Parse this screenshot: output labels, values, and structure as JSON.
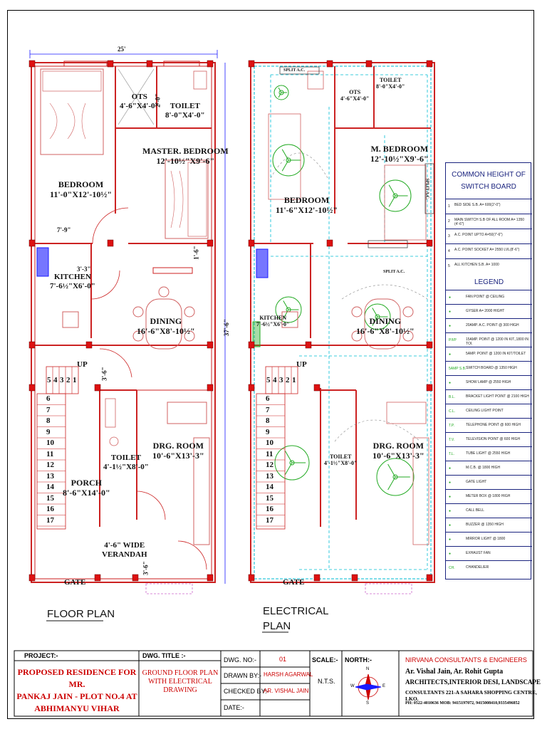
{
  "floor_plan": {
    "overall_width": "25'",
    "overall_depth": "37'-6\"",
    "title": "FLOOR PLAN",
    "rooms": {
      "bedroom": [
        "BEDROOM",
        "11'-0\"X12'-10½\""
      ],
      "ots": [
        "OTS",
        "4'-6\"X4'-0\""
      ],
      "toilet_top": [
        "TOILET",
        "8'-0\"X4'-0\""
      ],
      "master_bedroom": [
        "MASTER. BEDROOM",
        "12'-10½\"X9'-6\""
      ],
      "kitchen": [
        "KITCHEN",
        "7'-6½\"X6'-0\""
      ],
      "dining": [
        "DINING",
        "16'-6\"X8'-10½\""
      ],
      "toilet_bottom": [
        "TOILET",
        "4'-1½\"X8'-0\""
      ],
      "drg_room": [
        "DRG. ROOM",
        "10'-6\"X13'-3\""
      ],
      "porch": [
        "PORCH",
        "8'-6\"X14'-0\""
      ],
      "verandah": [
        "4'-6\" WIDE",
        "VERANDAH"
      ],
      "gate": "GATE"
    },
    "dims": {
      "d79": "7'-9\"",
      "d33": "3'-3\"",
      "d16": "1'-6\"",
      "d36a": "3'-6\"",
      "d36b": "3'-6\"",
      "d20": "2'-0\""
    },
    "up": "UP",
    "steps_top": [
      "5",
      "4",
      "3",
      "2",
      "1"
    ],
    "steps_side": [
      "6",
      "7",
      "8",
      "9",
      "10",
      "11",
      "12",
      "13",
      "14",
      "15",
      "16",
      "17"
    ]
  },
  "electrical_plan": {
    "title": "ELECTRICAL PLAN",
    "rooms": {
      "ots": [
        "OTS",
        "4'-6\"X4'-0\""
      ],
      "toilet_top": [
        "TOILET",
        "8'-0\"X4'-0\""
      ],
      "bedroom": [
        "BEDROOM",
        "11'-6\"X12'-10½\""
      ],
      "m_bedroom": [
        "M. BEDROOM",
        "12'-10½\"X9'-6\""
      ],
      "kitchen": [
        "KITCHEN",
        "7'-6½\"X6'-0\""
      ],
      "dining": [
        "DINING",
        "16'-6\"X8'-10½\""
      ],
      "toilet_bottom": [
        "TOILET",
        "4'-1½\"X8'-0\""
      ],
      "drg_room": [
        "DRG. ROOM",
        "10'-6\"X13'-3\""
      ],
      "gate": "GATE"
    },
    "split_ac": "SPLIT A.C.",
    "up": "UP",
    "steps_top": [
      "5",
      "4",
      "3",
      "2",
      "1"
    ],
    "steps_side": [
      "6",
      "7",
      "8",
      "9",
      "10",
      "11",
      "12",
      "13",
      "14",
      "15",
      "16",
      "17"
    ]
  },
  "switch_board": {
    "title": "COMMON HEIGHT OF SWITCH BOARD",
    "items": [
      {
        "no": "1",
        "text": "BED SIDE S.B. A= 600(2'-0\")"
      },
      {
        "no": "2",
        "text": "MAIN SWITCH S.B OF ALL ROOM A= 1350 (4'-6\")"
      },
      {
        "no": "3",
        "text": "A.C. POINT UPTO A=50(7'-6\")"
      },
      {
        "no": "4",
        "text": "A.C. POINT SOCKET A= 2550 LVL(8'-6\")"
      },
      {
        "no": "5",
        "text": "ALL KITCHEN S.B. A= 1000"
      }
    ]
  },
  "legend": {
    "title": "LEGEND",
    "items": [
      {
        "sym": "",
        "text": "FAN POINT @ CEILING"
      },
      {
        "sym": "",
        "text": "GYSER A= 2000 HIGHT"
      },
      {
        "sym": "",
        "text": "20AMP. A.C. POINT @ 300 HIGH"
      },
      {
        "sym": "P/I/P",
        "text": "15AMP. POINT @ 1200 IN KIT.,1800 IN TOI."
      },
      {
        "sym": "",
        "text": "5AMP. POINT @ 1200 IN KIT/TOILET"
      },
      {
        "sym": "5AMP S.B.",
        "text": "SWITCH BOARD @ 1350 HIGH"
      },
      {
        "sym": "",
        "text": "SHOW LAMP @ 2550 HIGH"
      },
      {
        "sym": "B.L.",
        "text": "BRACKET LIGHT POINT @ 2100 HIGH"
      },
      {
        "sym": "C.L.",
        "text": "CEILING LIGHT POINT"
      },
      {
        "sym": "T.P.",
        "text": "TELEPHONE POINT @ 600 HIGH"
      },
      {
        "sym": "T.V.",
        "text": "TELEVISION POINT @ 600 HIGH"
      },
      {
        "sym": "T.L.",
        "text": "TUBE LIGHT @ 2550 HIGH"
      },
      {
        "sym": "",
        "text": "M.C.B. @ 1800 HIGH"
      },
      {
        "sym": "",
        "text": "GATE LIGHT"
      },
      {
        "sym": "",
        "text": "METER BOX @ 1800 HIGH"
      },
      {
        "sym": "",
        "text": "CALL BELL"
      },
      {
        "sym": "",
        "text": "BUZZER @ 1350 HIGH"
      },
      {
        "sym": "",
        "text": "MIRROR LIGHT @ 1800"
      },
      {
        "sym": "",
        "text": "EXHAUST FAN"
      },
      {
        "sym": "CH.",
        "text": "CHANDELIER"
      }
    ]
  },
  "title_block": {
    "project_label": "PROJECT:-",
    "project": [
      "PROPOSED RESIDENCE FOR MR.",
      "PANKAJ JAIN - PLOT NO.4 AT",
      "ABHIMANYU VIHAR"
    ],
    "dwg_title_label": "DWG. TITLE :-",
    "dwg_title": [
      "GROUND FLOOR PLAN",
      "WITH ELECTRICAL",
      "DRAWING"
    ],
    "dwg_no_label": "DWG. NO:-",
    "dwg_no": "01",
    "drawn_by_label": "DRAWN BY:-",
    "drawn_by": "HARSH AGARWAL",
    "checked_by_label": "CHECKED BY:-",
    "checked_by": "AR. VISHAL JAIN",
    "date_label": "DATE:-",
    "scale_label": "SCALE:-",
    "scale": "N.T.S.",
    "north_label": "NORTH:-",
    "compass": [
      "N",
      "E",
      "S",
      "W"
    ],
    "firm": "NIRVANA CONSULTANTS & ENGINEERS",
    "architects": "Ar. Vishal Jain, Ar. Rohit Gupta",
    "firm_desc": "ARCHITECTS,INTERIOR DESI, LANDSCAPE",
    "address": "CONSULTANTS  221-A SAHARA SHOPPING CENTRE, LKO.",
    "phone": "PH: 0522-4010636  MOB: 9415197072, 9415008410,9335496852"
  },
  "colors": {
    "wall": "#cc2222",
    "column": "#dd1111",
    "furniture": "#d06060",
    "wire": "#00bcd4",
    "fixture": "#22aa22",
    "legend_border": "#1a237e",
    "dim": "#1a1aff",
    "title_red": "#cc0000"
  }
}
